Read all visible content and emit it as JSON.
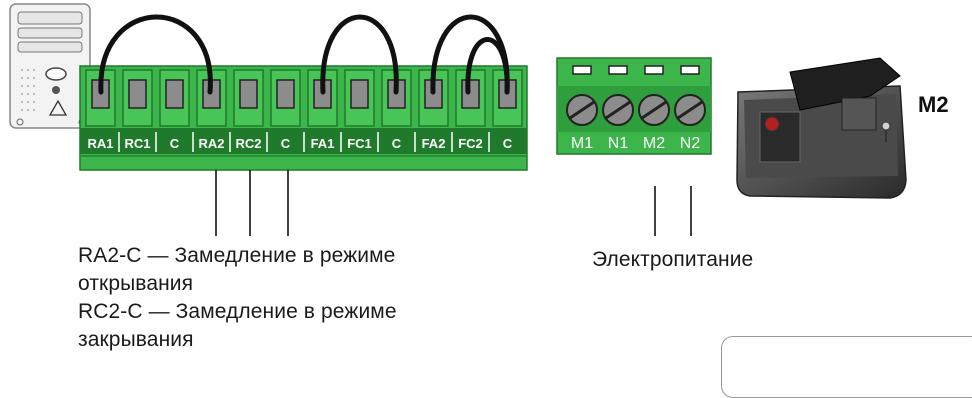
{
  "terminal_block_main": {
    "labels": [
      "RA1",
      "RC1",
      "C",
      "RA2",
      "RC2",
      "C",
      "FA1",
      "FC1",
      "C",
      "FA2",
      "FC2",
      "C"
    ]
  },
  "terminal_block_power": {
    "labels": [
      "M1",
      "N1",
      "M2",
      "N2"
    ]
  },
  "motor": {
    "label": "M2"
  },
  "captions": {
    "slowdown_line1": "RA2-C — Замедление в режиме",
    "slowdown_line2": "открывания",
    "slowdown_line3": "RC2-C — Замедление в режиме",
    "slowdown_line4": "закрывания",
    "power": "Электропитание"
  },
  "colors": {
    "terminal_green": "#3cb54a",
    "terminal_dark_green": "#1f7a2c",
    "screw_gray": "#8c8c8c",
    "jumper_black": "#111111"
  }
}
